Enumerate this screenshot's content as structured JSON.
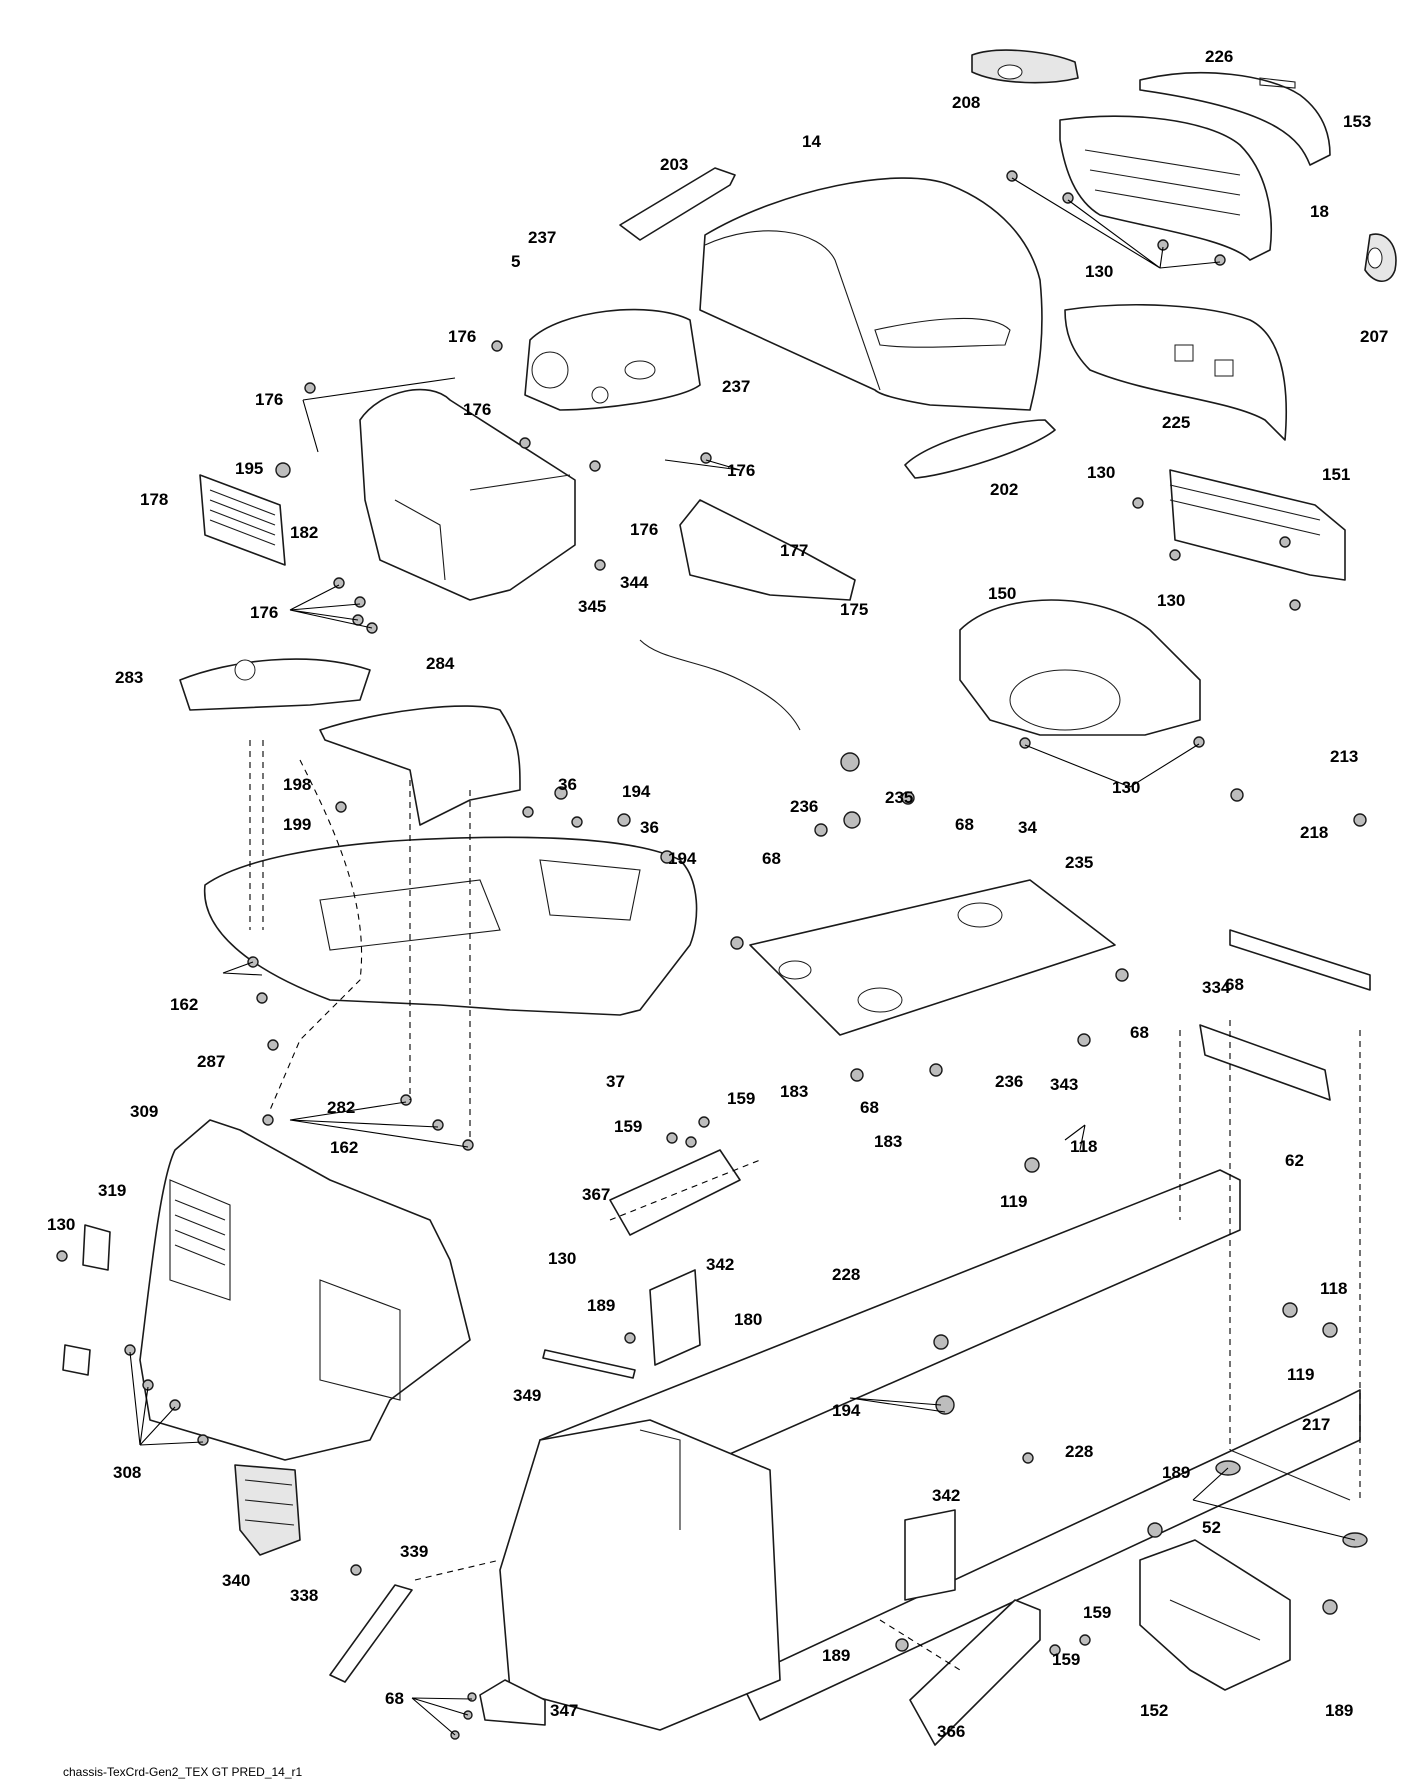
{
  "footer": {
    "caption": "chassis-TexCrd-Gen2_TEX GT PRED_14_r1"
  },
  "callouts": [
    "208",
    "226",
    "153",
    "14",
    "203",
    "18",
    "130",
    "237",
    "207",
    "5",
    "176",
    "237",
    "176",
    "225",
    "176",
    "176",
    "178",
    "195",
    "182",
    "176",
    "202",
    "151",
    "130",
    "177",
    "176",
    "130",
    "175",
    "344",
    "345",
    "150",
    "283",
    "284",
    "130",
    "213",
    "36",
    "198",
    "194",
    "235",
    "236",
    "68",
    "34",
    "218",
    "199",
    "36",
    "194",
    "68",
    "235",
    "162",
    "68",
    "287",
    "282",
    "236",
    "343",
    "68",
    "37",
    "183",
    "68",
    "183",
    "162",
    "334",
    "159",
    "309",
    "159",
    "62",
    "367",
    "118",
    "119",
    "319",
    "130",
    "342",
    "130",
    "228",
    "189",
    "118",
    "349",
    "180",
    "194",
    "119",
    "308",
    "228",
    "217",
    "189",
    "342",
    "52",
    "339",
    "340",
    "338",
    "159",
    "189",
    "159",
    "366",
    "152",
    "189",
    "68",
    "347"
  ]
}
